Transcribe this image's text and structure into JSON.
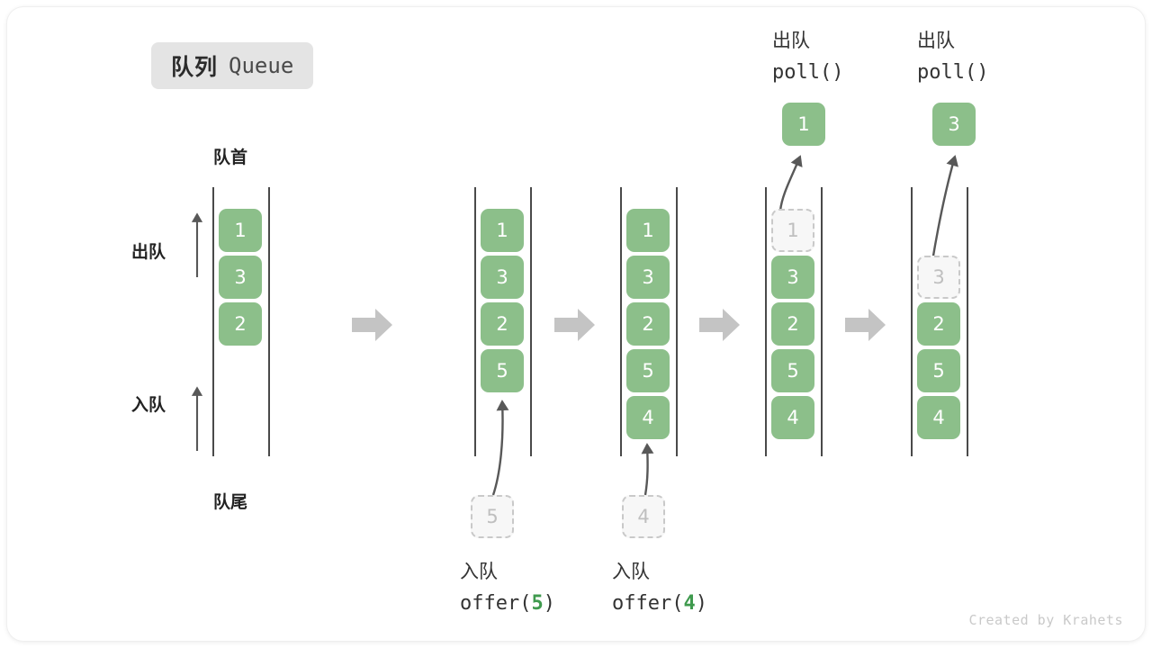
{
  "title_pill": {
    "cn": "队列",
    "en": "Queue"
  },
  "captions": {
    "head": "队首",
    "tail": "队尾"
  },
  "flow_labels": {
    "dequeue": "出队",
    "enqueue": "入队"
  },
  "credit": "Created by Krahets",
  "colors": {
    "element_green": "#8cbf8a",
    "ghost_fill": "#f7f7f7",
    "ghost_border": "#c9c9c9",
    "rail": "#4a4a4a",
    "step_arrow": "#c4c4c4",
    "accent_arg": "#3f9a4e",
    "pill_bg": "#e4e4e4"
  },
  "diagram": {
    "type": "queue-operations-sequence",
    "element_order": "top = head (队首), bottom = tail (队尾)",
    "stages": [
      {
        "id": "initial",
        "header": null,
        "items": [
          "1",
          "3",
          "2"
        ],
        "ghost_index": null,
        "ghost_value": null,
        "popped_value": null,
        "incoming_value": null,
        "footer": null
      },
      {
        "id": "offer-5",
        "header": null,
        "items": [
          "1",
          "3",
          "2",
          "5"
        ],
        "ghost_index": null,
        "ghost_value": null,
        "popped_value": null,
        "incoming_value": "5",
        "footer": {
          "cn": "入队",
          "code_prefix": "offer(",
          "arg": "5",
          "code_suffix": ")"
        }
      },
      {
        "id": "offer-4",
        "header": null,
        "items": [
          "1",
          "3",
          "2",
          "5",
          "4"
        ],
        "ghost_index": null,
        "ghost_value": null,
        "popped_value": null,
        "incoming_value": "4",
        "footer": {
          "cn": "入队",
          "code_prefix": "offer(",
          "arg": "4",
          "code_suffix": ")"
        }
      },
      {
        "id": "poll-1",
        "header": {
          "cn": "出队",
          "code": "poll()"
        },
        "items": [
          "1",
          "3",
          "2",
          "5",
          "4"
        ],
        "ghost_index": 0,
        "ghost_value": "1",
        "popped_value": "1",
        "incoming_value": null,
        "footer": null
      },
      {
        "id": "poll-3",
        "header": {
          "cn": "出队",
          "code": "poll()"
        },
        "items": [
          "3",
          "2",
          "5",
          "4"
        ],
        "ghost_index": 0,
        "ghost_value": "3",
        "popped_value": "3",
        "incoming_value": null,
        "footer": null
      }
    ]
  },
  "stage_labels": {
    "s1_header_cn": "出队",
    "s1_header_code": "poll()",
    "s2_header_cn": "出队",
    "s2_header_code": "poll()",
    "f1_cn": "入队",
    "f1_pre": "offer(",
    "f1_arg": "5",
    "f1_post": ")",
    "f2_cn": "入队",
    "f2_pre": "offer(",
    "f2_arg": "4",
    "f2_post": ")"
  },
  "values": {
    "c1": [
      "1",
      "3",
      "2"
    ],
    "c2": [
      "1",
      "3",
      "2",
      "5"
    ],
    "c3": [
      "1",
      "3",
      "2",
      "5",
      "4"
    ],
    "c4": [
      "1",
      "3",
      "2",
      "5",
      "4"
    ],
    "c5": [
      "3",
      "2",
      "5",
      "4"
    ],
    "ghost_in_5": "5",
    "ghost_in_4": "4",
    "ghost_out_1": "1",
    "ghost_out_3": "3",
    "popped_1": "1",
    "popped_3": "3"
  }
}
